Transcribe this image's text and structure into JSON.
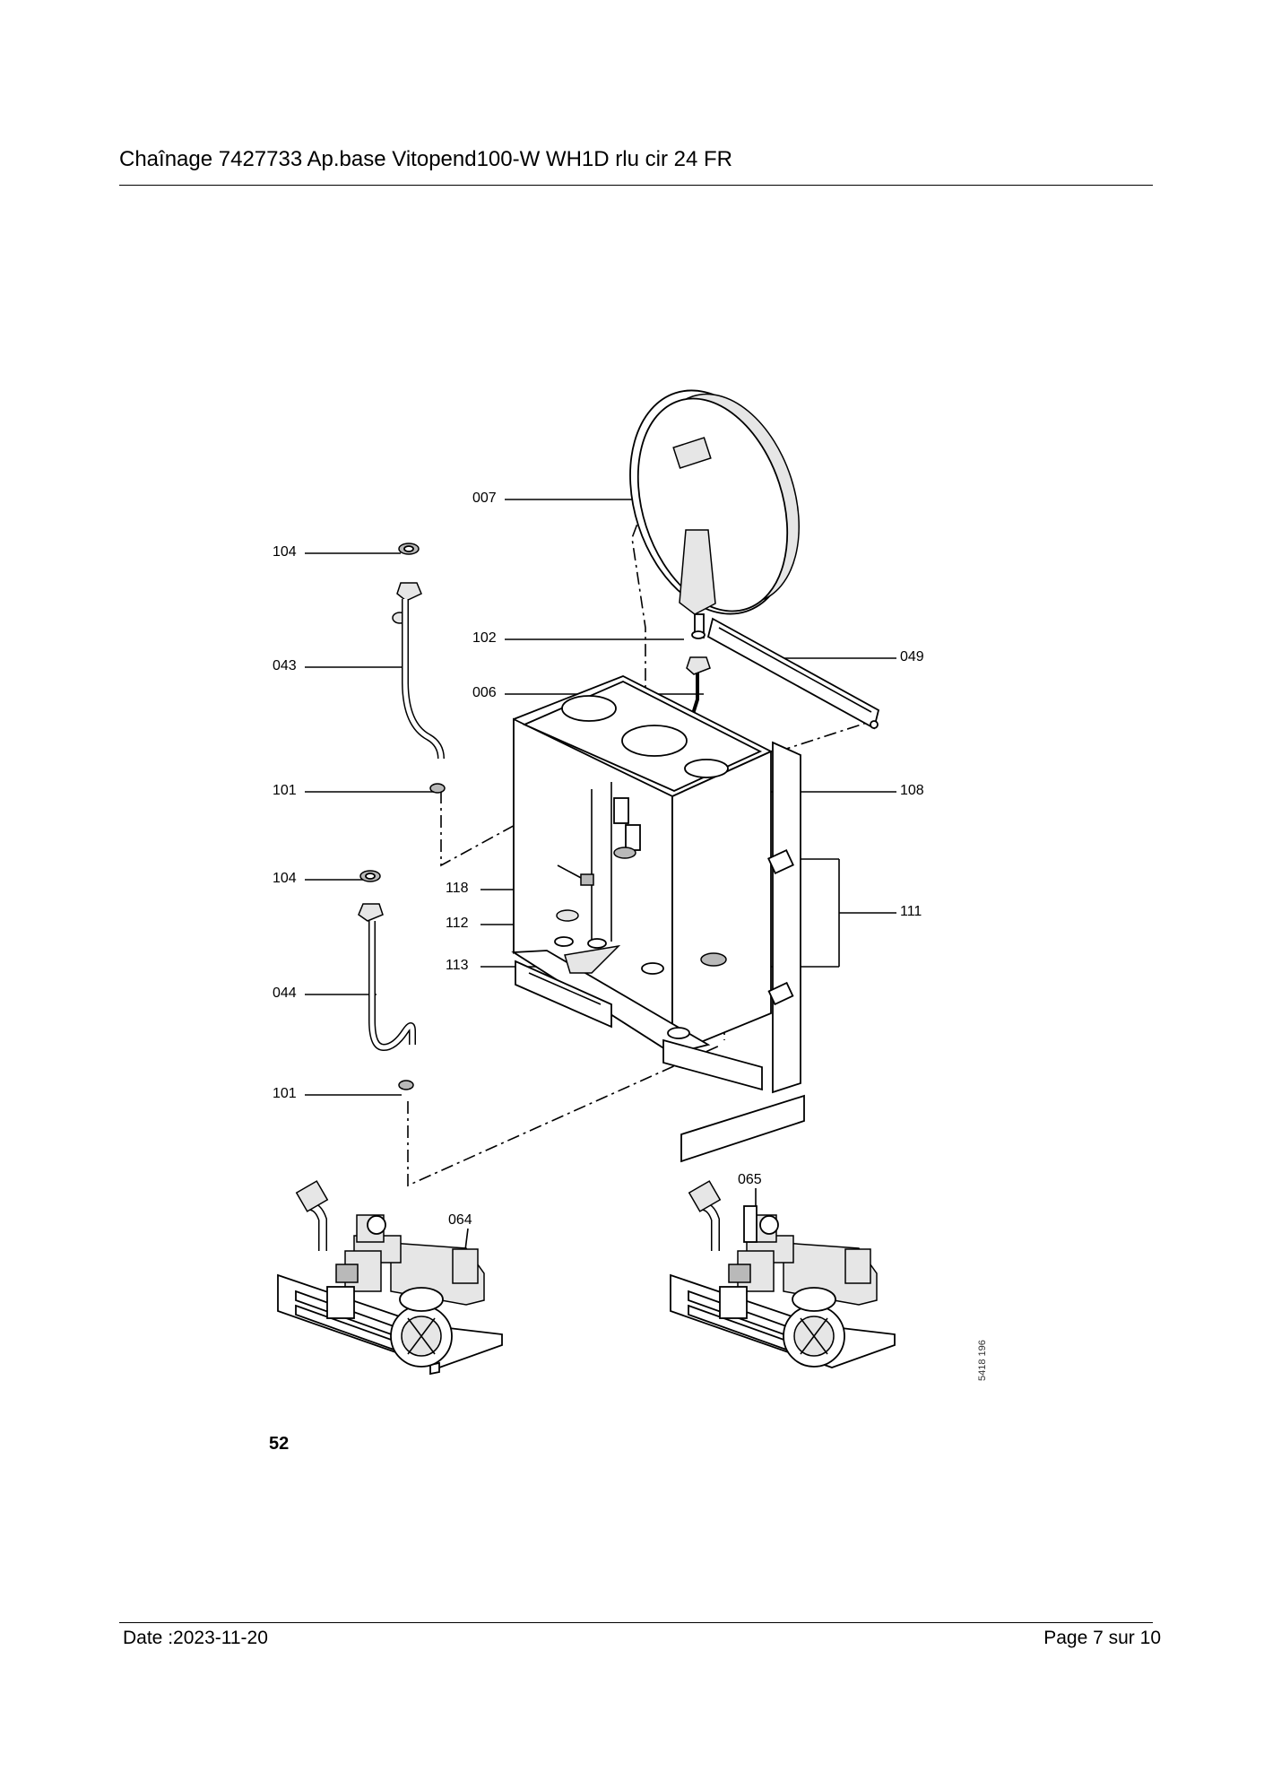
{
  "header": {
    "title": "Chaînage 7427733 Ap.base Vitopend100-W WH1D rlu cir 24 FR"
  },
  "footer": {
    "date": "Date :2023-11-20",
    "page": "Page 7 sur  10"
  },
  "figure": {
    "page_number": "52",
    "drawing_code": "5418 196",
    "callouts": {
      "c007": "007",
      "c104a": "104",
      "c102": "102",
      "c049": "049",
      "c043": "043",
      "c006": "006",
      "c101a": "101",
      "c108": "108",
      "c104b": "104",
      "c118": "118",
      "c111": "111",
      "c112": "112",
      "c113": "113",
      "c044": "044",
      "c101b": "101",
      "c065": "065",
      "c064": "064"
    }
  }
}
